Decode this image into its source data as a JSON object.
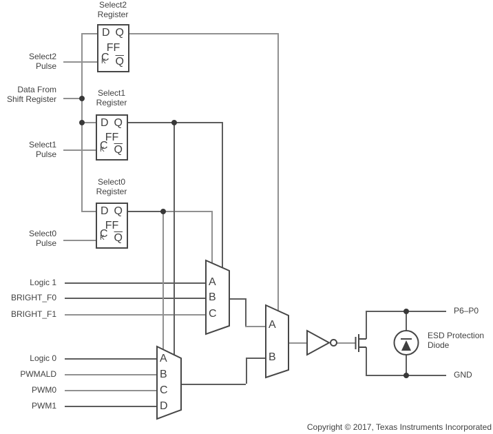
{
  "palette": {
    "background": "#ffffff",
    "component_stroke": "#464646",
    "wire_gray": "#909090",
    "wire_dark": "#5c5c5c",
    "text": "#3f3f3f"
  },
  "registers": [
    {
      "l1": "Select2",
      "l2": "Register"
    },
    {
      "l1": "Select1",
      "l2": "Register"
    },
    {
      "l1": "Select0",
      "l2": "Register"
    }
  ],
  "ff": {
    "d": "D",
    "q": "Q",
    "mid": "FF",
    "clk_c": "C",
    "clk_k": "K",
    "q_bar": "Q"
  },
  "left": {
    "select2_pulse": {
      "l1": "Select2",
      "l2": "Pulse"
    },
    "data_from": {
      "l1": "Data From",
      "l2": "Shift Register"
    },
    "select1_pulse": {
      "l1": "Select1",
      "l2": "Pulse"
    },
    "select0_pulse": {
      "l1": "Select0",
      "l2": "Pulse"
    },
    "mux1_inputs": [
      "Logic 1",
      "BRIGHT_F0",
      "BRIGHT_F1"
    ],
    "mux2_inputs": [
      "Logic 0",
      "PWMALD",
      "PWM0",
      "PWM1"
    ]
  },
  "mux1": {
    "inputs": [
      "A",
      "B",
      "C"
    ]
  },
  "mux2": {
    "inputs": [
      "A",
      "B",
      "C",
      "D"
    ]
  },
  "mux3": {
    "inputs": [
      "A",
      "B"
    ]
  },
  "right": {
    "pin": "P6–P0",
    "gnd": "GND",
    "esd_l1": "ESD Protection",
    "esd_l2": "Diode"
  },
  "footer": {
    "copyright": "Copyright © 2017, Texas Instruments Incorporated"
  }
}
